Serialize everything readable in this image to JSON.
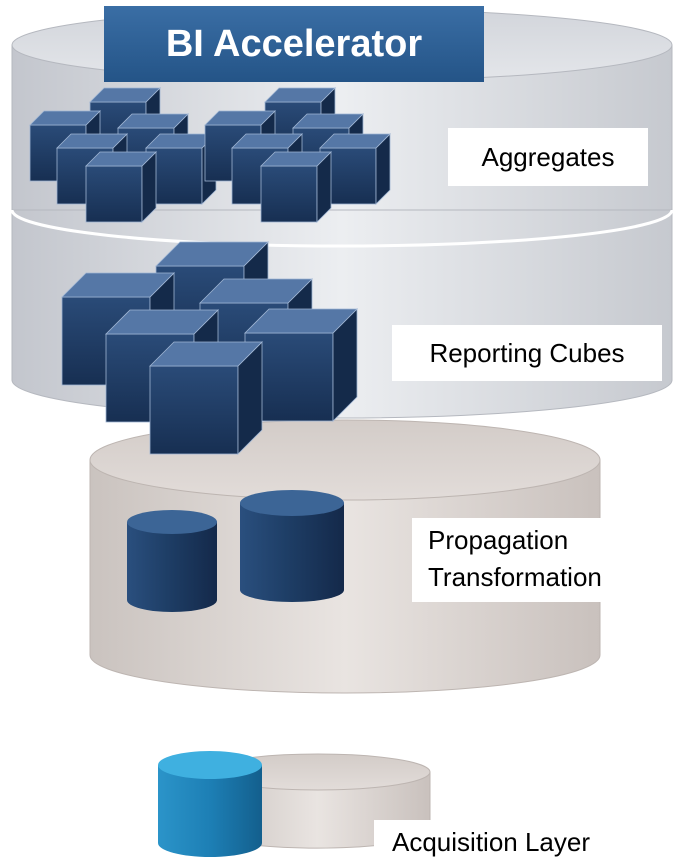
{
  "title": "BI Accelerator",
  "layers": {
    "aggregates": "Aggregates",
    "reporting_cubes": "Reporting Cubes",
    "propagation": [
      "Propagation",
      "Transformation"
    ],
    "acquisition": "Acquisition Layer"
  },
  "colors": {
    "banner": "#2b5c91",
    "cube_front": "#1f3a5e",
    "cube_top": "#5577a6",
    "cylinder_dark": "#213f66",
    "cylinder_teal": "#1f82b8",
    "drum_gray": "#d9dbe0",
    "drum_beige": "#d6cfcb"
  }
}
